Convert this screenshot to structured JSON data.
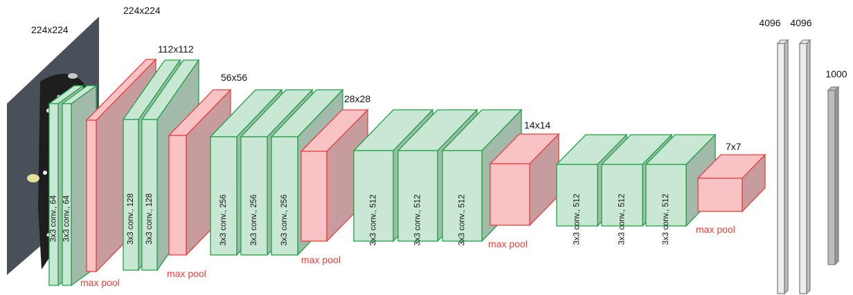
{
  "input": {
    "size_label": "224x224",
    "image_description_icon": "beetle-photo"
  },
  "stages": [
    {
      "size_label": "224x224",
      "convs": [
        "3x3 conv., 64",
        "3x3 conv., 64"
      ],
      "pool_label": "max pool"
    },
    {
      "size_label": "112x112",
      "convs": [
        "3x3 conv., 128",
        "3x3 conv., 128"
      ],
      "pool_label": "max pool"
    },
    {
      "size_label": "56x56",
      "convs": [
        "3x3 conv., 256",
        "3x3 conv., 256",
        "3x3 conv., 256"
      ],
      "pool_label": "max pool"
    },
    {
      "size_label": "28x28",
      "convs": [
        "3x3 conv., 512",
        "3x3 conv., 512",
        "3x3 conv., 512"
      ],
      "pool_label": "max pool"
    },
    {
      "size_label": "14x14",
      "convs": [
        "3x3 conv., 512",
        "3x3 conv., 512",
        "3x3 conv., 512"
      ],
      "pool_label": "max pool"
    }
  ],
  "final_size_label": "7x7",
  "fc_layers": [
    {
      "label": "4096"
    },
    {
      "label": "4096"
    },
    {
      "label": "1000"
    }
  ],
  "colors": {
    "conv_fill": "#c9e8d3",
    "conv_stroke": "#1fa046",
    "pool_fill": "#f9c3c6",
    "pool_stroke": "#e8403a",
    "fc_fill": "#ececec",
    "fc_final_fill": "#bdbdbd",
    "fc_stroke": "#808080",
    "label_text": "#111111",
    "pool_text": "#e8403a"
  }
}
